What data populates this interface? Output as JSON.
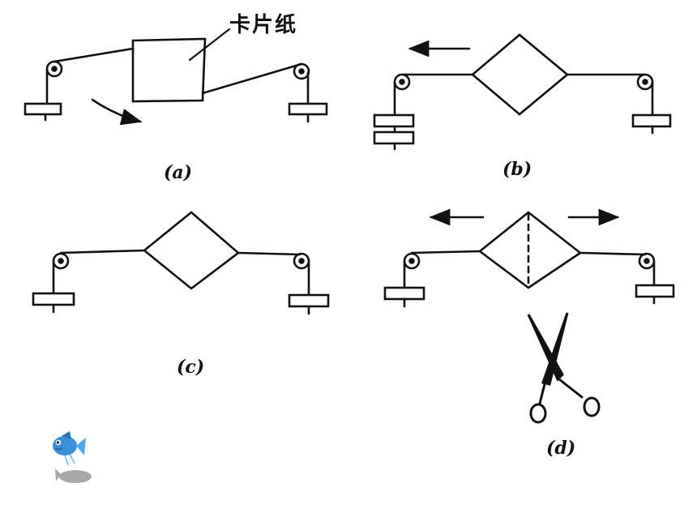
{
  "figure": {
    "card_label": "卡片纸",
    "captions": {
      "a": "(a)",
      "b": "(b)",
      "c": "(c)",
      "d": "(d)"
    },
    "colors": {
      "ink": "#111111",
      "background": "#ffffff",
      "fish_blue": "#3b8fd9",
      "fish_shadow": "#9a9a9a"
    },
    "icons": [
      "pulley-icon",
      "weight-icon",
      "arrow-icon",
      "scissors-icon",
      "fish-icon"
    ]
  }
}
